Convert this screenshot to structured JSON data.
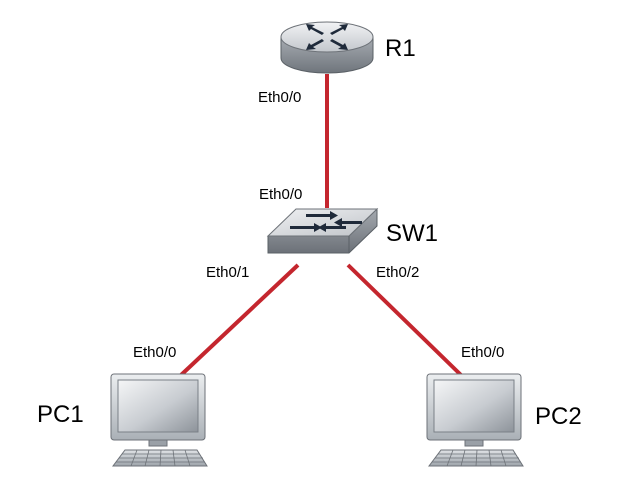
{
  "colors": {
    "link": "#c4262e",
    "device_body": "#c9ccd0",
    "device_dark": "#6d7278",
    "screen": "#d5d8dc",
    "arrow": "#1f2a3a"
  },
  "devices": {
    "router": {
      "name": "R1",
      "icon": "router-icon"
    },
    "switch": {
      "name": "SW1",
      "icon": "switch-icon"
    },
    "pc1": {
      "name": "PC1",
      "icon": "pc-icon"
    },
    "pc2": {
      "name": "PC2",
      "icon": "pc-icon"
    }
  },
  "links": [
    {
      "from": "R1",
      "from_port": "Eth0/0",
      "to": "SW1",
      "to_port": "Eth0/0"
    },
    {
      "from": "SW1",
      "from_port": "Eth0/1",
      "to": "PC1",
      "to_port": "Eth0/0"
    },
    {
      "from": "SW1",
      "from_port": "Eth0/2",
      "to": "PC2",
      "to_port": "Eth0/0"
    }
  ]
}
